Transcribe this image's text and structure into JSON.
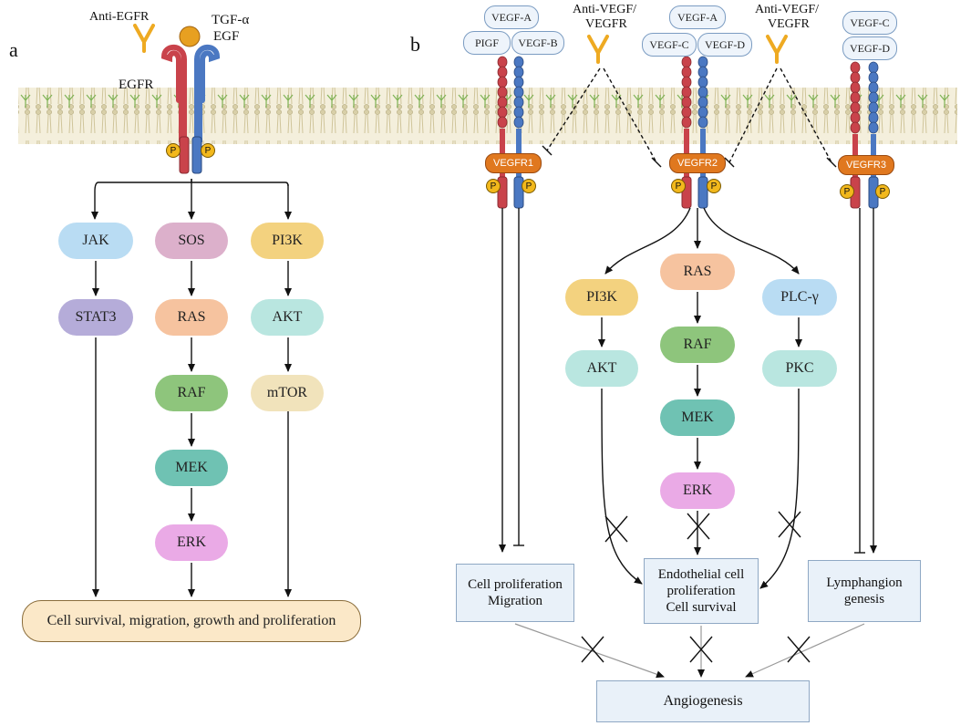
{
  "panel_a": {
    "letter": "a",
    "antibody": "Anti-EGFR",
    "ligand_line1": "TGF-α",
    "ligand_line2": "EGF",
    "receptor": "EGFR",
    "phospho": "P",
    "nodes": {
      "jak": "JAK",
      "stat3": "STAT3",
      "sos": "SOS",
      "ras": "RAS",
      "raf": "RAF",
      "mek": "MEK",
      "erk": "ERK",
      "pi3k": "PI3K",
      "akt": "AKT",
      "mtor": "mTOR"
    },
    "outcome": "Cell survival,  migration, growth and proliferation",
    "colors": {
      "jak": "#b9dcf3",
      "stat3": "#b5acd9",
      "sos": "#dcb0cb",
      "ras": "#f6c39f",
      "raf": "#8ec57c",
      "mek": "#6fc2b3",
      "erk": "#eaaae6",
      "pi3k": "#f3d27f",
      "akt": "#b9e6e0",
      "mtor": "#f1e3bb",
      "outcome": "#fbe8c8"
    }
  },
  "panel_b": {
    "letter": "b",
    "antibody_line1": "Anti-VEGF/",
    "antibody_line2": "VEGFR",
    "ligands": {
      "r1": [
        "VEGF-A",
        "PIGF",
        "VEGF-B"
      ],
      "r2": [
        "VEGF-A",
        "VEGF-C",
        "VEGF-D"
      ],
      "r3": [
        "VEGF-C",
        "VEGF-D"
      ]
    },
    "receptors": [
      "VEGFR1",
      "VEGFR2",
      "VEGFR3"
    ],
    "phospho": "P",
    "nodes": {
      "pi3k": "PI3K",
      "akt": "AKT",
      "ras": "RAS",
      "raf": "RAF",
      "mek": "MEK",
      "erk": "ERK",
      "plc": "PLC-γ",
      "pkc": "PKC"
    },
    "outcomes": {
      "r1_line1": "Cell proliferation",
      "r1_line2": "Migration",
      "r2_line1": "Endothelial cell",
      "r2_line2": "proliferation",
      "r2_line3": "Cell survival",
      "r3_line1": "Lymphangion",
      "r3_line2": "genesis"
    },
    "final": "Angiogenesis",
    "colors": {
      "receptor": "#e0781f",
      "outcome_box": "#e9f1f9"
    }
  }
}
